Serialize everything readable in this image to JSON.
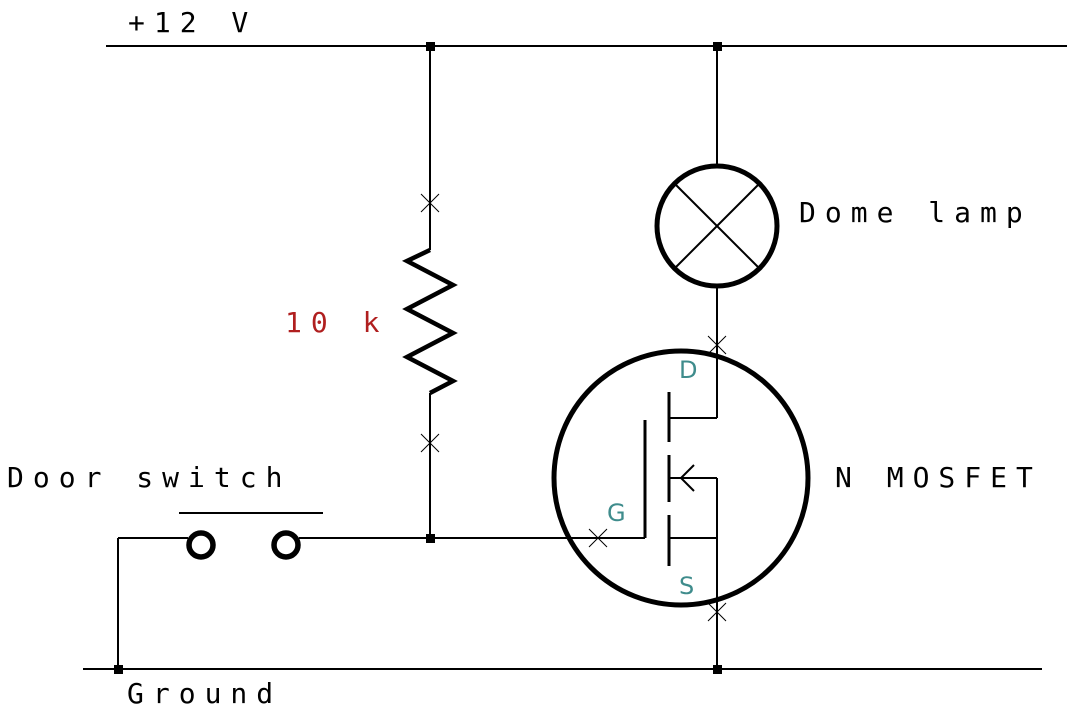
{
  "labels": {
    "supply": "+12 V",
    "ground": "Ground",
    "lamp": "Dome lamp",
    "resistor": "10 k",
    "switch": "Door switch",
    "mosfet": "N MOSFET"
  },
  "pins": {
    "drain": "D",
    "gate": "G",
    "source": "S"
  },
  "colors": {
    "wire": "#000000",
    "value_label": "#b01f1f",
    "pin_label": "#3f8c8c",
    "background": "#ffffff"
  }
}
